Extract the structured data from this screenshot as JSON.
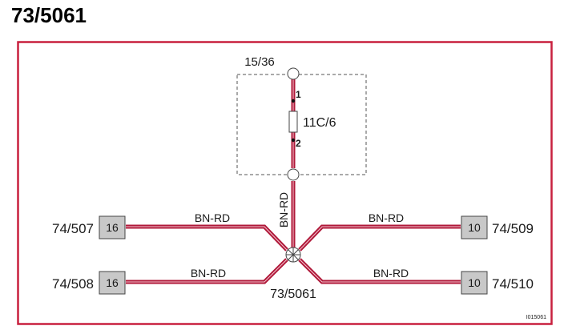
{
  "title": "73/5061",
  "colors": {
    "frame": "#c8203f",
    "wire_outer": "#b0193a",
    "wire_inner": "#f4c6d0",
    "connector_fill": "#c8c8c8",
    "dashed_box": "#555555"
  },
  "fuse_box": {
    "top_node_label": "15/36",
    "fuse_label": "11C/6",
    "pin_top": "1",
    "pin_bottom": "2"
  },
  "vertical_wire_label": "BN-RD",
  "splice_label": "73/5061",
  "branches": [
    {
      "id": "74/507",
      "pin": "16",
      "wire": "BN-RD",
      "side": "left"
    },
    {
      "id": "74/508",
      "pin": "16",
      "wire": "BN-RD",
      "side": "left"
    },
    {
      "id": "74/509",
      "pin": "10",
      "wire": "BN-RD",
      "side": "right"
    },
    {
      "id": "74/510",
      "pin": "10",
      "wire": "BN-RD",
      "side": "right"
    }
  ],
  "figure_id": "I015061"
}
